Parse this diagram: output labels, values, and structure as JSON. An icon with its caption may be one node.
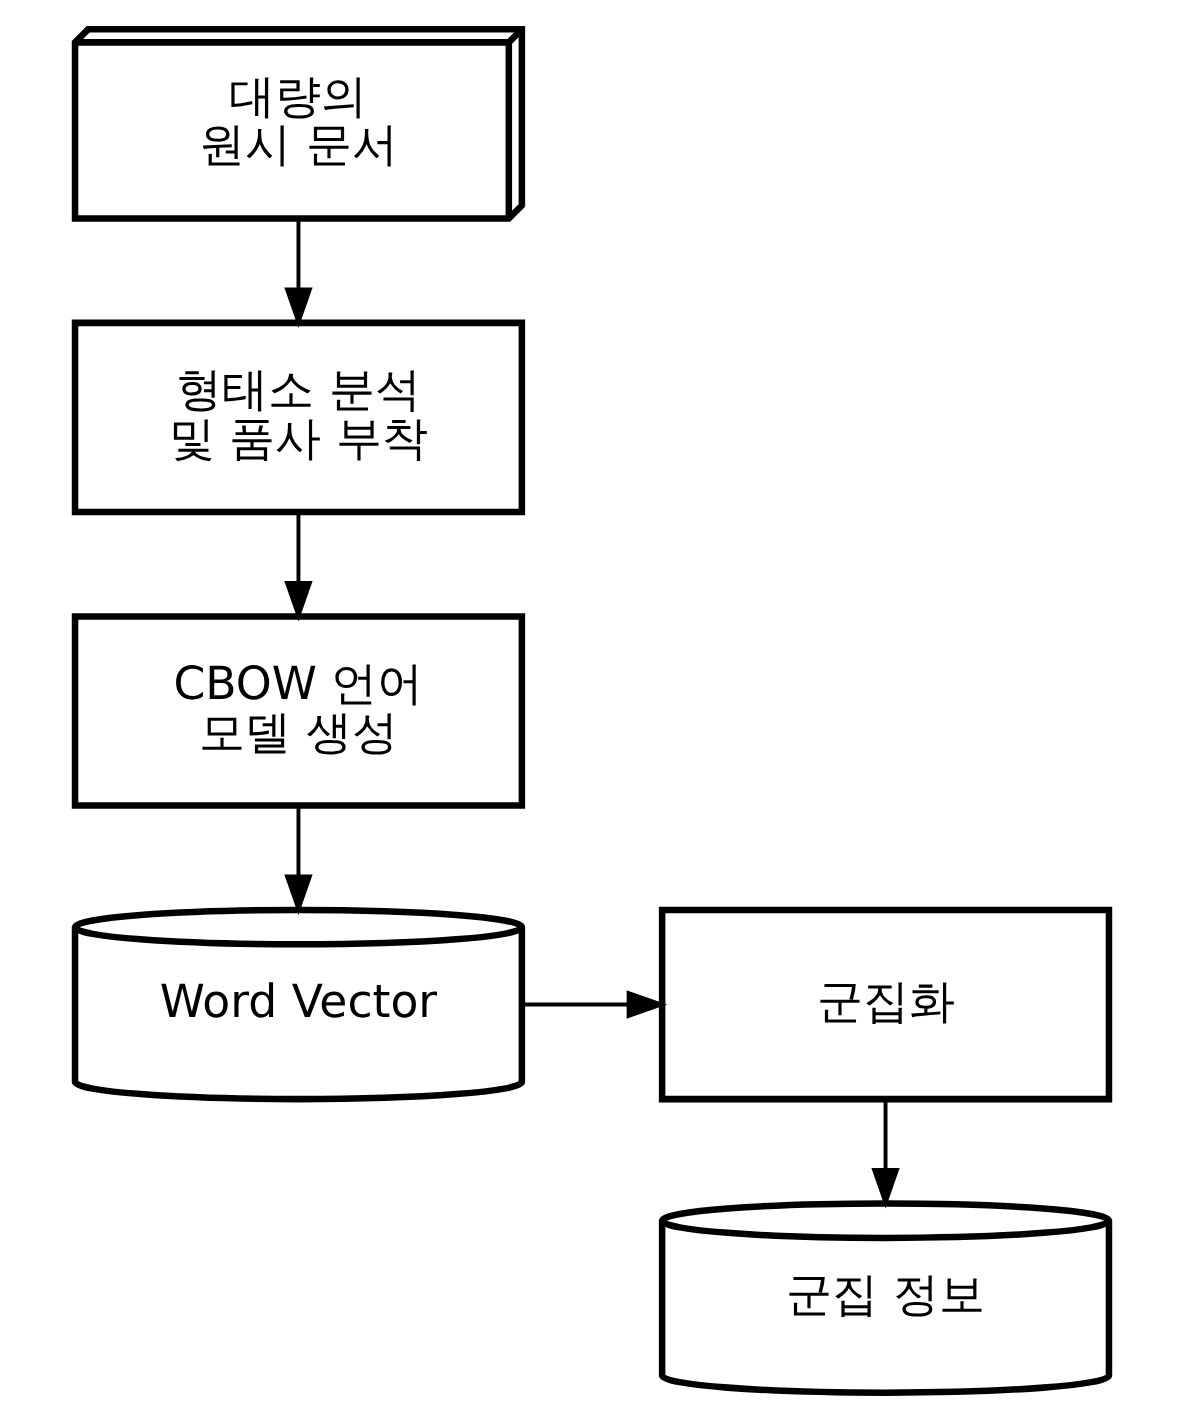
{
  "diagram": {
    "nodes": [
      {
        "text": [
          "대량의 원시 문서"
        ]
      },
      {
        "text": [
          "형태소 분석 및 품사 부착"
        ]
      },
      {
        "text": [
          "CBOW 언어 모델 생성"
        ]
      },
      {
        "text": [
          "Word Vector"
        ]
      },
      {
        "text": [
          "군집화"
        ]
      },
      {
        "text": [
          "군집 정보"
        ]
      }
    ],
    "edges": [
      {
        "from": 0,
        "to": 1,
        "arrow": "to"
      },
      {
        "from": 1,
        "to": 2,
        "arrow": "to"
      },
      {
        "from": 2,
        "to": 3,
        "arrow": "to"
      },
      {
        "from": 3,
        "to": 4,
        "arrow": "to"
      },
      {
        "from": 4,
        "to": 5,
        "arrow": "to"
      }
    ]
  }
}
